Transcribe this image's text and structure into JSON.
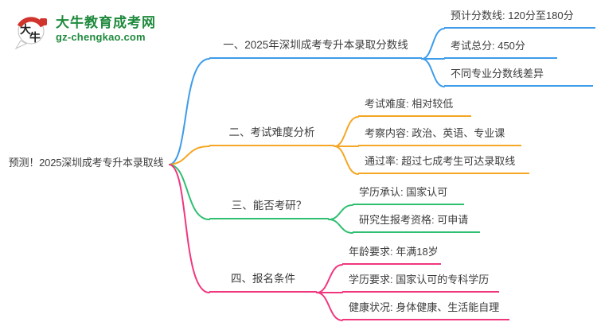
{
  "logo": {
    "icon_text": "大牛",
    "site_name": "大牛教育成考网",
    "site_url": "gz-chengkao.com"
  },
  "root": {
    "label": "预测！2025深圳成考专升本录取线"
  },
  "branches": [
    {
      "label": "一、2025年深圳成考专升本录取分数线",
      "color": "#3E9CEA",
      "children": [
        "预计分数线: 120分至180分",
        "考试总分: 450分",
        "不同专业分数线差异"
      ]
    },
    {
      "label": "二、考试难度分析",
      "color": "#F5A623",
      "children": [
        "考试难度: 相对较低",
        "考察内容: 政治、英语、专业课",
        "通过率: 超过七成考生可达录取线"
      ]
    },
    {
      "label": "三、能否考研？",
      "color": "#2FBF71",
      "children": [
        "学历承认: 国家认可",
        "研究生报考资格: 可申请"
      ]
    },
    {
      "label": "四、报名条件",
      "color": "#F1367E",
      "children": [
        "年龄要求: 年满18岁",
        "学历要求: 国家认可的专科学历",
        "健康状况: 身体健康、生活能自理"
      ]
    }
  ],
  "colors": {
    "branch_blue": "#3E9CEA",
    "branch_orange": "#F5A623",
    "branch_green": "#2FBF71",
    "branch_pink": "#F1367E",
    "logo_green": "#1F8A3D",
    "logo_red": "#D0342C",
    "text": "#3C3C3C"
  }
}
